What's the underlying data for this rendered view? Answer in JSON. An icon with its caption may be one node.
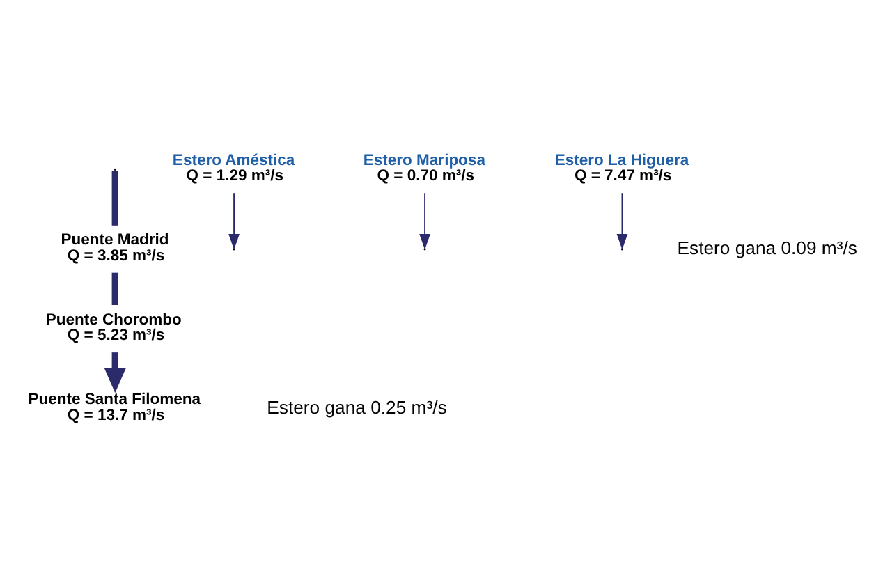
{
  "diagram": {
    "nodes": [
      {
        "text": [
          "Puente Madrid"
        ],
        "beside": [
          "Q = 3.85 m³/s"
        ]
      },
      {
        "text": [
          "Estero Améstica"
        ],
        "beside": [
          "Q = 1.29 m³/s"
        ]
      },
      {
        "text": [
          "Puente Chorombo"
        ],
        "beside": [
          "Q = 5.23 m³/s"
        ]
      },
      {
        "text": [
          "Estero Mariposa"
        ],
        "beside": [
          "Q = 0.70 m³/s"
        ]
      },
      {
        "text": [
          "Estero La Higuera"
        ],
        "beside": [
          "Q = 7.47 m³/s"
        ]
      },
      {
        "text": [
          "Puente Santa Filomena"
        ],
        "beside": [
          "Q = 13.7 m³/s"
        ]
      }
    ],
    "edges": [
      {
        "from": null,
        "to": 0,
        "arrow": "none",
        "style": "thick"
      },
      {
        "from": 1,
        "to": null,
        "arrow": "to"
      },
      {
        "from": 0,
        "to": 2,
        "arrow": "none",
        "style": "thick"
      },
      {
        "from": 3,
        "to": null,
        "arrow": "to"
      },
      {
        "from": 4,
        "to": null,
        "arrow": "to"
      },
      {
        "from": 2,
        "to": 5,
        "arrow": "to",
        "style": "thick"
      }
    ],
    "labels": [
      "Estero gana 0.09 m³/s",
      "Estero gana 0.25 m³/s"
    ]
  }
}
